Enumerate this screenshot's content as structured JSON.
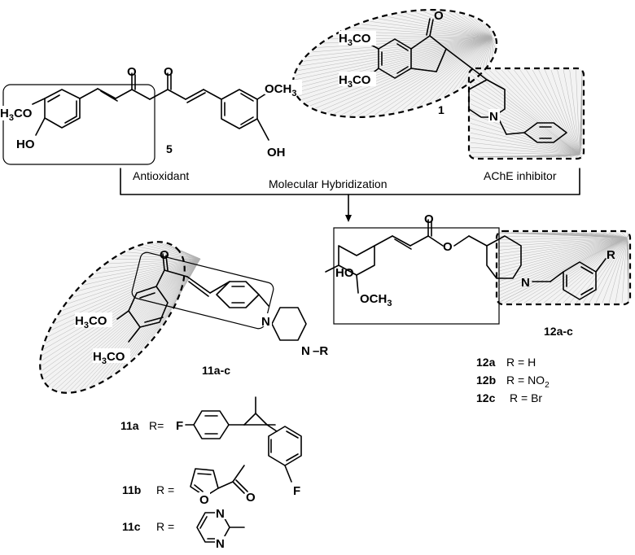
{
  "labels": {
    "antioxidant": "Antioxidant",
    "hybridization": "Molecular Hybridization",
    "ache": "AChE inhibitor"
  },
  "compounds": {
    "c5": "5",
    "c1": "1",
    "c11": "11a-c",
    "c12": "12a-c"
  },
  "atoms": {
    "h3co": "H3CO",
    "och3": "OCH3",
    "ho": "HO",
    "oh": "OH",
    "o": "O",
    "n": "N",
    "r": "R",
    "f": "F",
    "nr": "N–R"
  },
  "series12": [
    {
      "id": "12a",
      "r": "R = H"
    },
    {
      "id": "12b",
      "r": "R = NO2"
    },
    {
      "id": "12c",
      "r": "R = Br"
    }
  ],
  "series11": [
    {
      "id": "11a",
      "r": "R="
    },
    {
      "id": "11b",
      "r": "R ="
    },
    {
      "id": "11c",
      "r": "R ="
    }
  ]
}
